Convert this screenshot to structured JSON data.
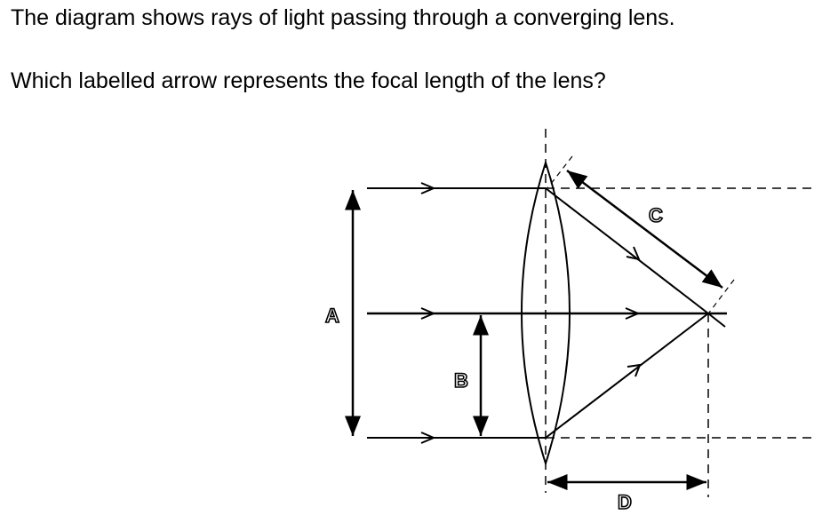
{
  "question": {
    "line1": "The diagram shows rays of light passing through a converging lens.",
    "line2": "Which labelled arrow represents the focal length of the lens?"
  },
  "diagram": {
    "labels": {
      "a": "A",
      "b": "B",
      "c": "C",
      "d": "D"
    }
  }
}
